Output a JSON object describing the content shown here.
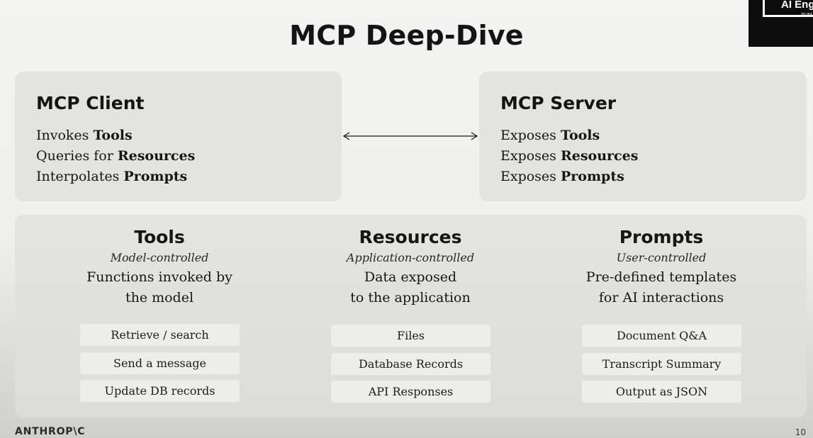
{
  "slide": {
    "title": "MCP Deep-Dive",
    "page_number": "10",
    "footer_logo": "ANTHROP\\C",
    "corner_logo": {
      "text": "AI Eng",
      "sub": "SUM"
    }
  },
  "client": {
    "title": "MCP Client",
    "lines": [
      {
        "verb": "Invokes ",
        "object": "Tools"
      },
      {
        "verb": "Queries for ",
        "object": "Resources"
      },
      {
        "verb": "Interpolates ",
        "object": "Prompts"
      }
    ]
  },
  "server": {
    "title": "MCP Server",
    "lines": [
      {
        "verb": "Exposes ",
        "object": "Tools"
      },
      {
        "verb": "Exposes ",
        "object": "Resources"
      },
      {
        "verb": "Exposes ",
        "object": "Prompts"
      }
    ]
  },
  "columns": [
    {
      "title": "Tools",
      "control": "Model-controlled",
      "description_lines": [
        "Functions invoked by",
        "the model"
      ],
      "examples": [
        "Retrieve / search",
        "Send a message",
        "Update DB records"
      ]
    },
    {
      "title": "Resources",
      "control": "Application-controlled",
      "description_lines": [
        "Data exposed",
        "to the application"
      ],
      "examples": [
        "Files",
        "Database Records",
        "API Responses"
      ]
    },
    {
      "title": "Prompts",
      "control": "User-controlled",
      "description_lines": [
        "Pre-defined templates",
        "for AI interactions"
      ],
      "examples": [
        "Document Q&A",
        "Transcript Summary",
        "Output as JSON"
      ]
    }
  ],
  "colors": {
    "panel": "#e3e3e0",
    "chip": "#ededeb",
    "text": "#161616"
  }
}
